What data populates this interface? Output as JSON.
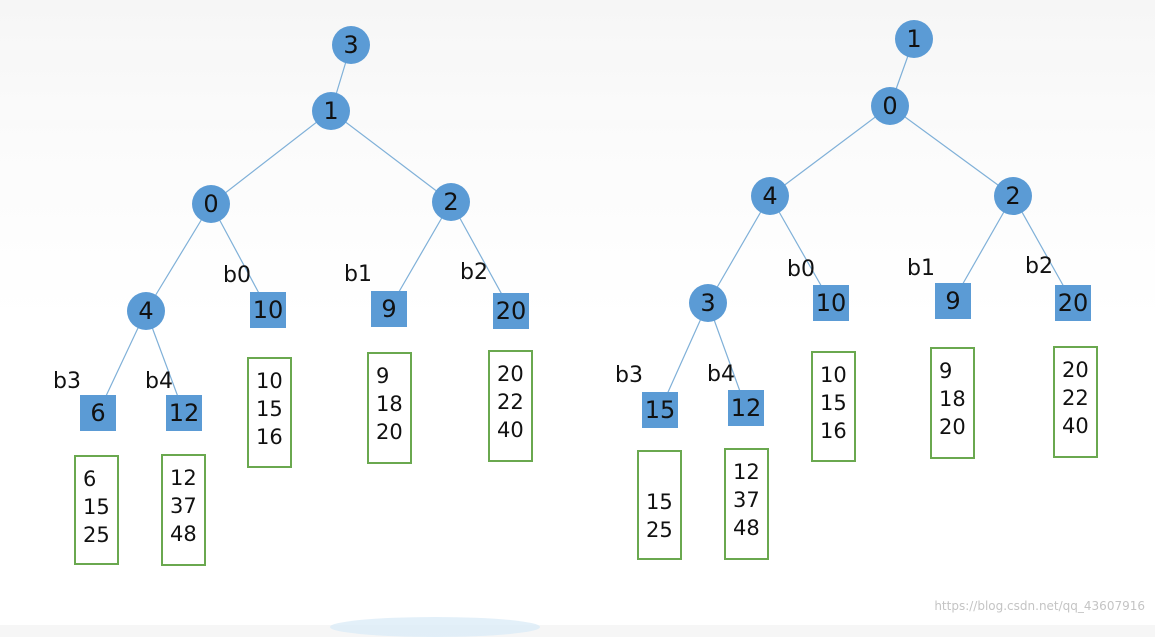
{
  "trees": [
    {
      "nodes": [
        {
          "id": "root",
          "kind": "circle",
          "label": "3"
        },
        {
          "id": "n1",
          "kind": "circle",
          "label": "1"
        },
        {
          "id": "n0",
          "kind": "circle",
          "label": "0"
        },
        {
          "id": "n2",
          "kind": "circle",
          "label": "2"
        },
        {
          "id": "n4",
          "kind": "circle",
          "label": "4"
        },
        {
          "id": "l10",
          "kind": "square",
          "label": "10"
        },
        {
          "id": "l9",
          "kind": "square",
          "label": "9"
        },
        {
          "id": "l20",
          "kind": "square",
          "label": "20"
        },
        {
          "id": "l6",
          "kind": "square",
          "label": "6"
        },
        {
          "id": "l12",
          "kind": "square",
          "label": "12"
        }
      ],
      "edges": [
        [
          "root",
          "n1"
        ],
        [
          "n1",
          "n0"
        ],
        [
          "n1",
          "n2"
        ],
        [
          "n0",
          "n4"
        ],
        [
          "n0",
          "l10"
        ],
        [
          "n2",
          "l9"
        ],
        [
          "n2",
          "l20"
        ],
        [
          "n4",
          "l6"
        ],
        [
          "n4",
          "l12"
        ]
      ],
      "leaf_labels": [
        {
          "leaf": "l6",
          "text": "b3"
        },
        {
          "leaf": "l12",
          "text": "b4"
        },
        {
          "leaf": "l10",
          "text": "b0"
        },
        {
          "leaf": "l9",
          "text": "b1"
        },
        {
          "leaf": "l20",
          "text": "b2"
        }
      ],
      "buckets": [
        {
          "leaf": "l6",
          "values": [
            "6",
            "15",
            "25"
          ]
        },
        {
          "leaf": "l12",
          "values": [
            "12",
            "37",
            "48"
          ]
        },
        {
          "leaf": "l10",
          "values": [
            "10",
            "15",
            "16"
          ]
        },
        {
          "leaf": "l9",
          "values": [
            "9",
            "18",
            "20"
          ]
        },
        {
          "leaf": "l20",
          "values": [
            "20",
            "22",
            "40"
          ]
        }
      ]
    },
    {
      "nodes": [
        {
          "id": "root",
          "kind": "circle",
          "label": "1"
        },
        {
          "id": "n0",
          "kind": "circle",
          "label": "0"
        },
        {
          "id": "n4",
          "kind": "circle",
          "label": "4"
        },
        {
          "id": "n2",
          "kind": "circle",
          "label": "2"
        },
        {
          "id": "n3",
          "kind": "circle",
          "label": "3"
        },
        {
          "id": "l10",
          "kind": "square",
          "label": "10"
        },
        {
          "id": "l9",
          "kind": "square",
          "label": "9"
        },
        {
          "id": "l20",
          "kind": "square",
          "label": "20"
        },
        {
          "id": "l15",
          "kind": "square",
          "label": "15"
        },
        {
          "id": "l12",
          "kind": "square",
          "label": "12"
        }
      ],
      "edges": [
        [
          "root",
          "n0"
        ],
        [
          "n0",
          "n4"
        ],
        [
          "n0",
          "n2"
        ],
        [
          "n4",
          "n3"
        ],
        [
          "n4",
          "l10"
        ],
        [
          "n2",
          "l9"
        ],
        [
          "n2",
          "l20"
        ],
        [
          "n3",
          "l15"
        ],
        [
          "n3",
          "l12"
        ]
      ],
      "leaf_labels": [
        {
          "leaf": "l15",
          "text": "b3"
        },
        {
          "leaf": "l12",
          "text": "b4"
        },
        {
          "leaf": "l10",
          "text": "b0"
        },
        {
          "leaf": "l9",
          "text": "b1"
        },
        {
          "leaf": "l20",
          "text": "b2"
        }
      ],
      "buckets": [
        {
          "leaf": "l15",
          "values": [
            "",
            "15",
            "25"
          ]
        },
        {
          "leaf": "l12",
          "values": [
            "12",
            "37",
            "48"
          ]
        },
        {
          "leaf": "l10",
          "values": [
            "10",
            "15",
            "16"
          ]
        },
        {
          "leaf": "l9",
          "values": [
            "9",
            "18",
            "20"
          ]
        },
        {
          "leaf": "l20",
          "values": [
            "20",
            "22",
            "40"
          ]
        }
      ]
    }
  ],
  "watermark": "https://blog.csdn.net/qq_43607916"
}
